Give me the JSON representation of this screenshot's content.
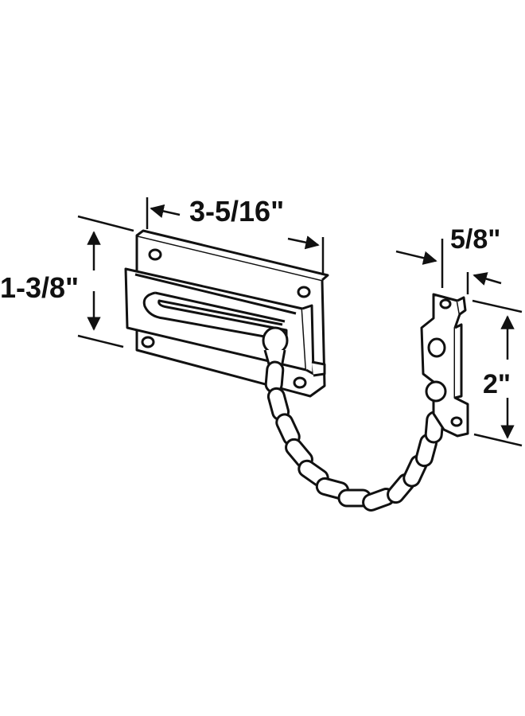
{
  "dimensions": {
    "width": "3-5/16\"",
    "height": "1-3/8\"",
    "depth": "5/8\"",
    "chain_keeper_height": "2\""
  },
  "colors": {
    "line": "#111111",
    "fill": "#ffffff"
  }
}
